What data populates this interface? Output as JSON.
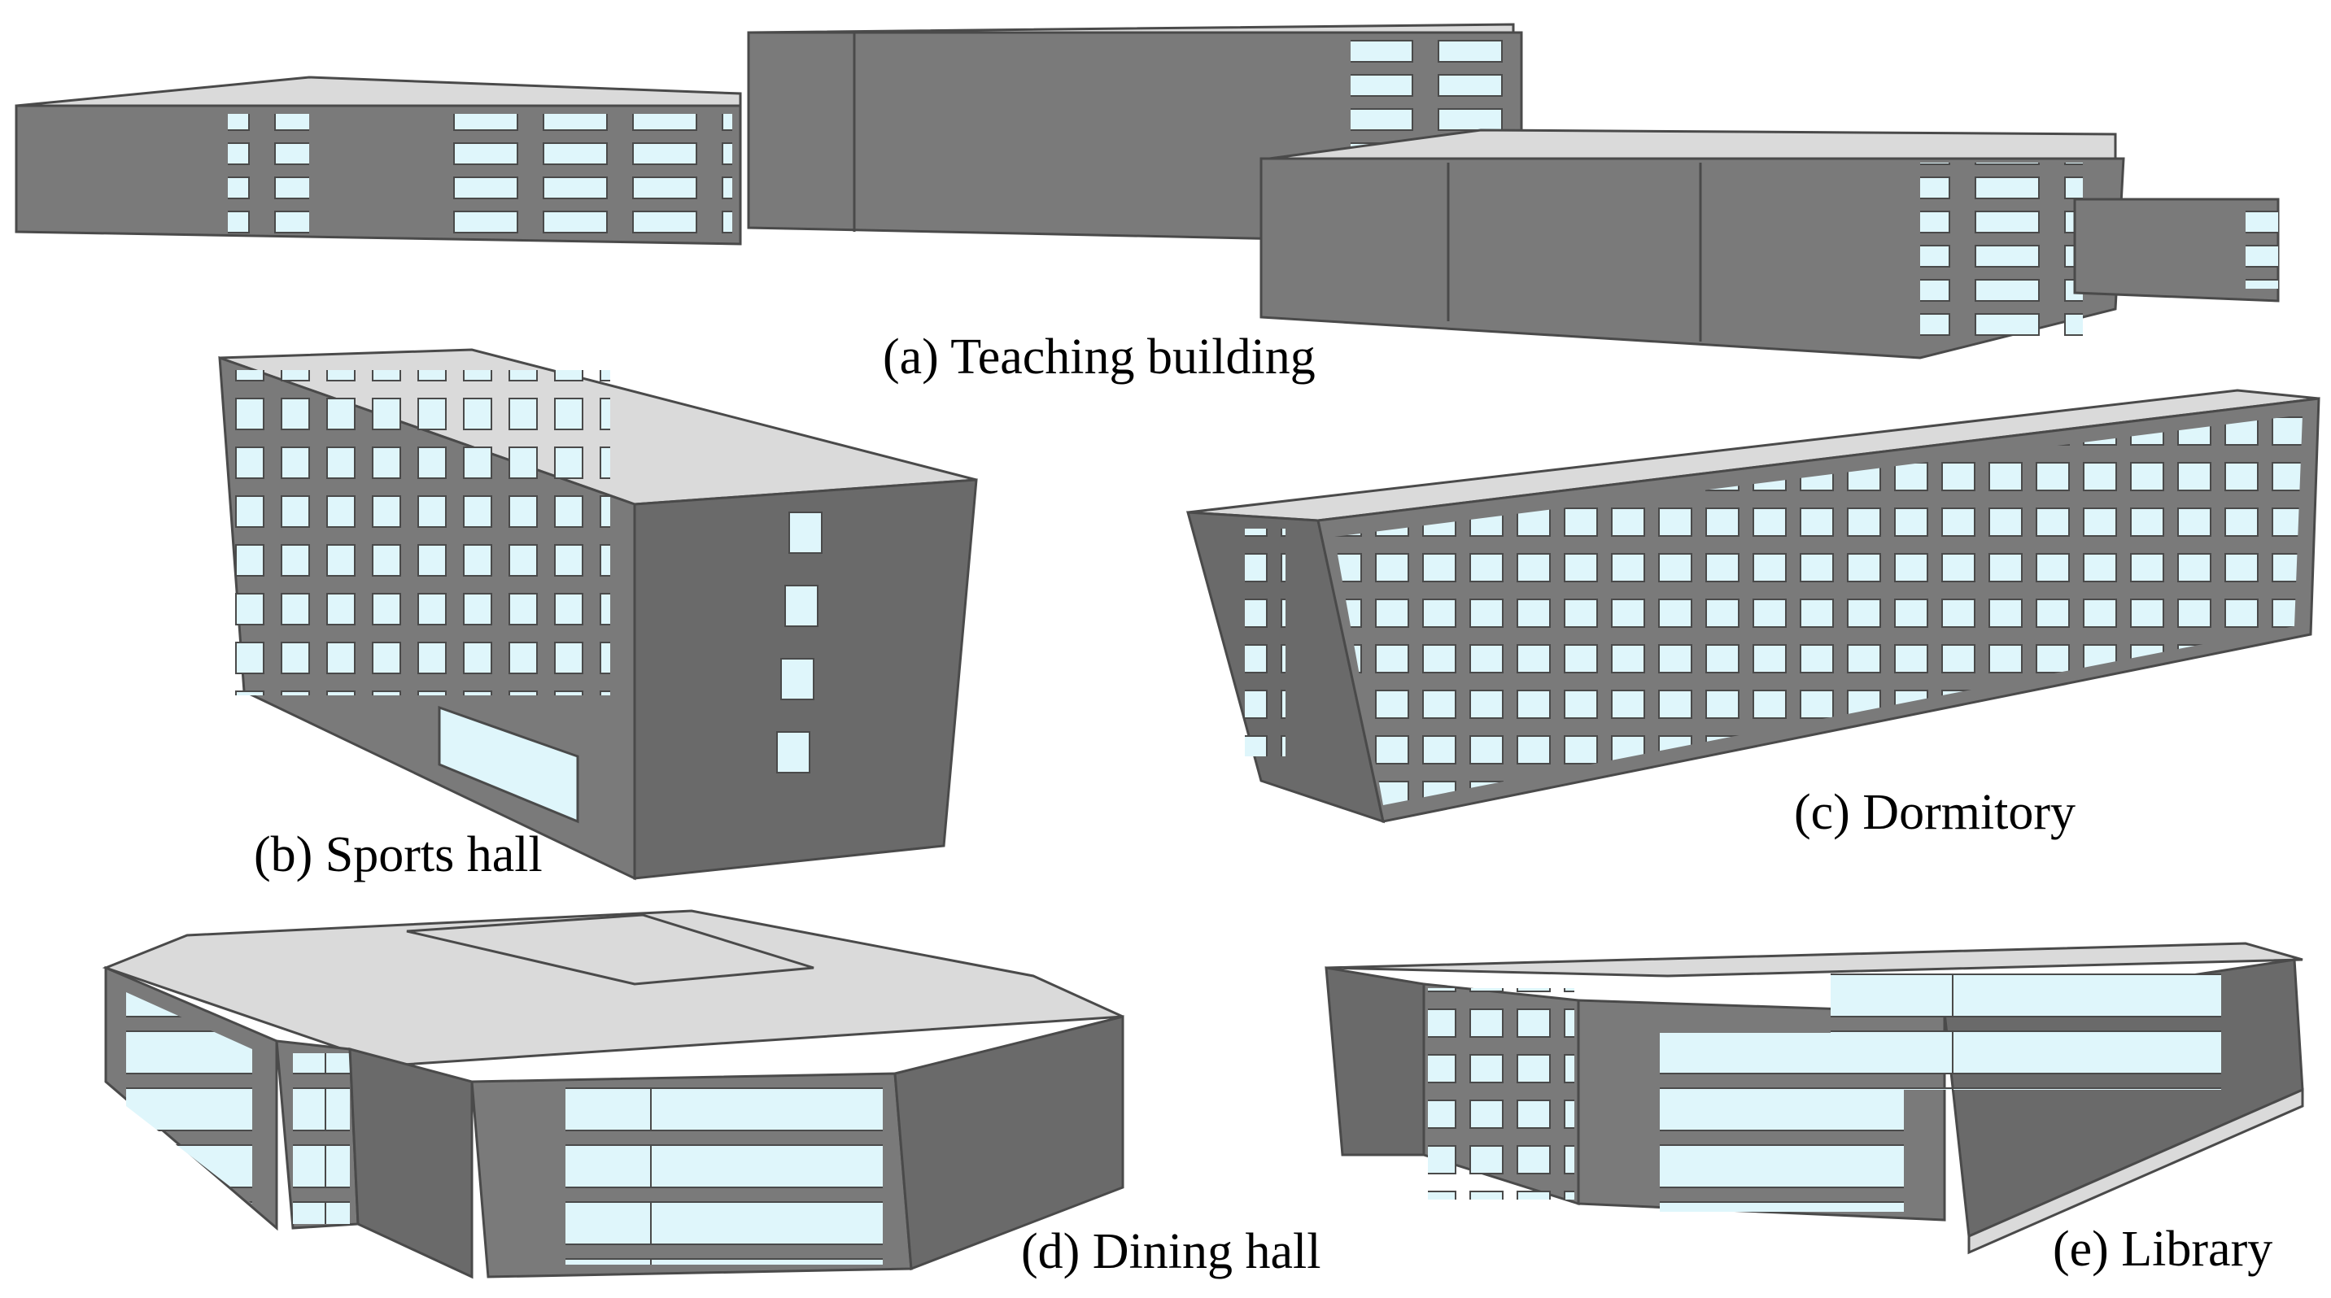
{
  "captions": {
    "a": "(a) Teaching building",
    "b": "(b) Sports hall",
    "c": "(c) Dormitory",
    "d": "(d) Dining hall",
    "e": "(e) Library"
  },
  "colors": {
    "facade": "#7a7a7a",
    "facade_dark": "#6a6a6a",
    "roof": "#dadada",
    "window": "#dff6fb",
    "window_shade": "#bfe8f0",
    "edge": "#4a4a4a",
    "caption": "#000000"
  }
}
